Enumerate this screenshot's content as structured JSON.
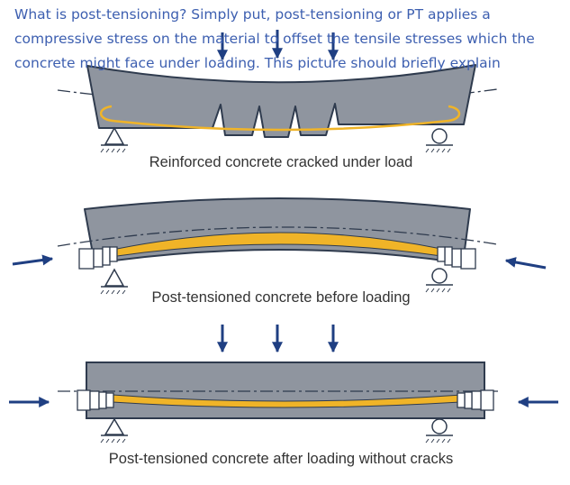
{
  "intro": {
    "lines": [
      "What is post-tensioning? Simply put, post-tensioning or PT applies a",
      "compressive stress on the material to offset the tensile stresses which the",
      "concrete might face under loading. This picture should briefly explain"
    ]
  },
  "panels": [
    {
      "caption": "Reinforced concrete cracked under load"
    },
    {
      "caption": "Post-tensioned concrete before loading"
    },
    {
      "caption": "Post-tensioned concrete after loading without cracks"
    }
  ],
  "colors": {
    "intro_text": "#3d5fb0",
    "concrete": "#8f959f",
    "concrete_outline": "#2f3b4e",
    "tendon": "#f0b428",
    "arrow": "#1f3f82",
    "caption_text": "#333333"
  }
}
